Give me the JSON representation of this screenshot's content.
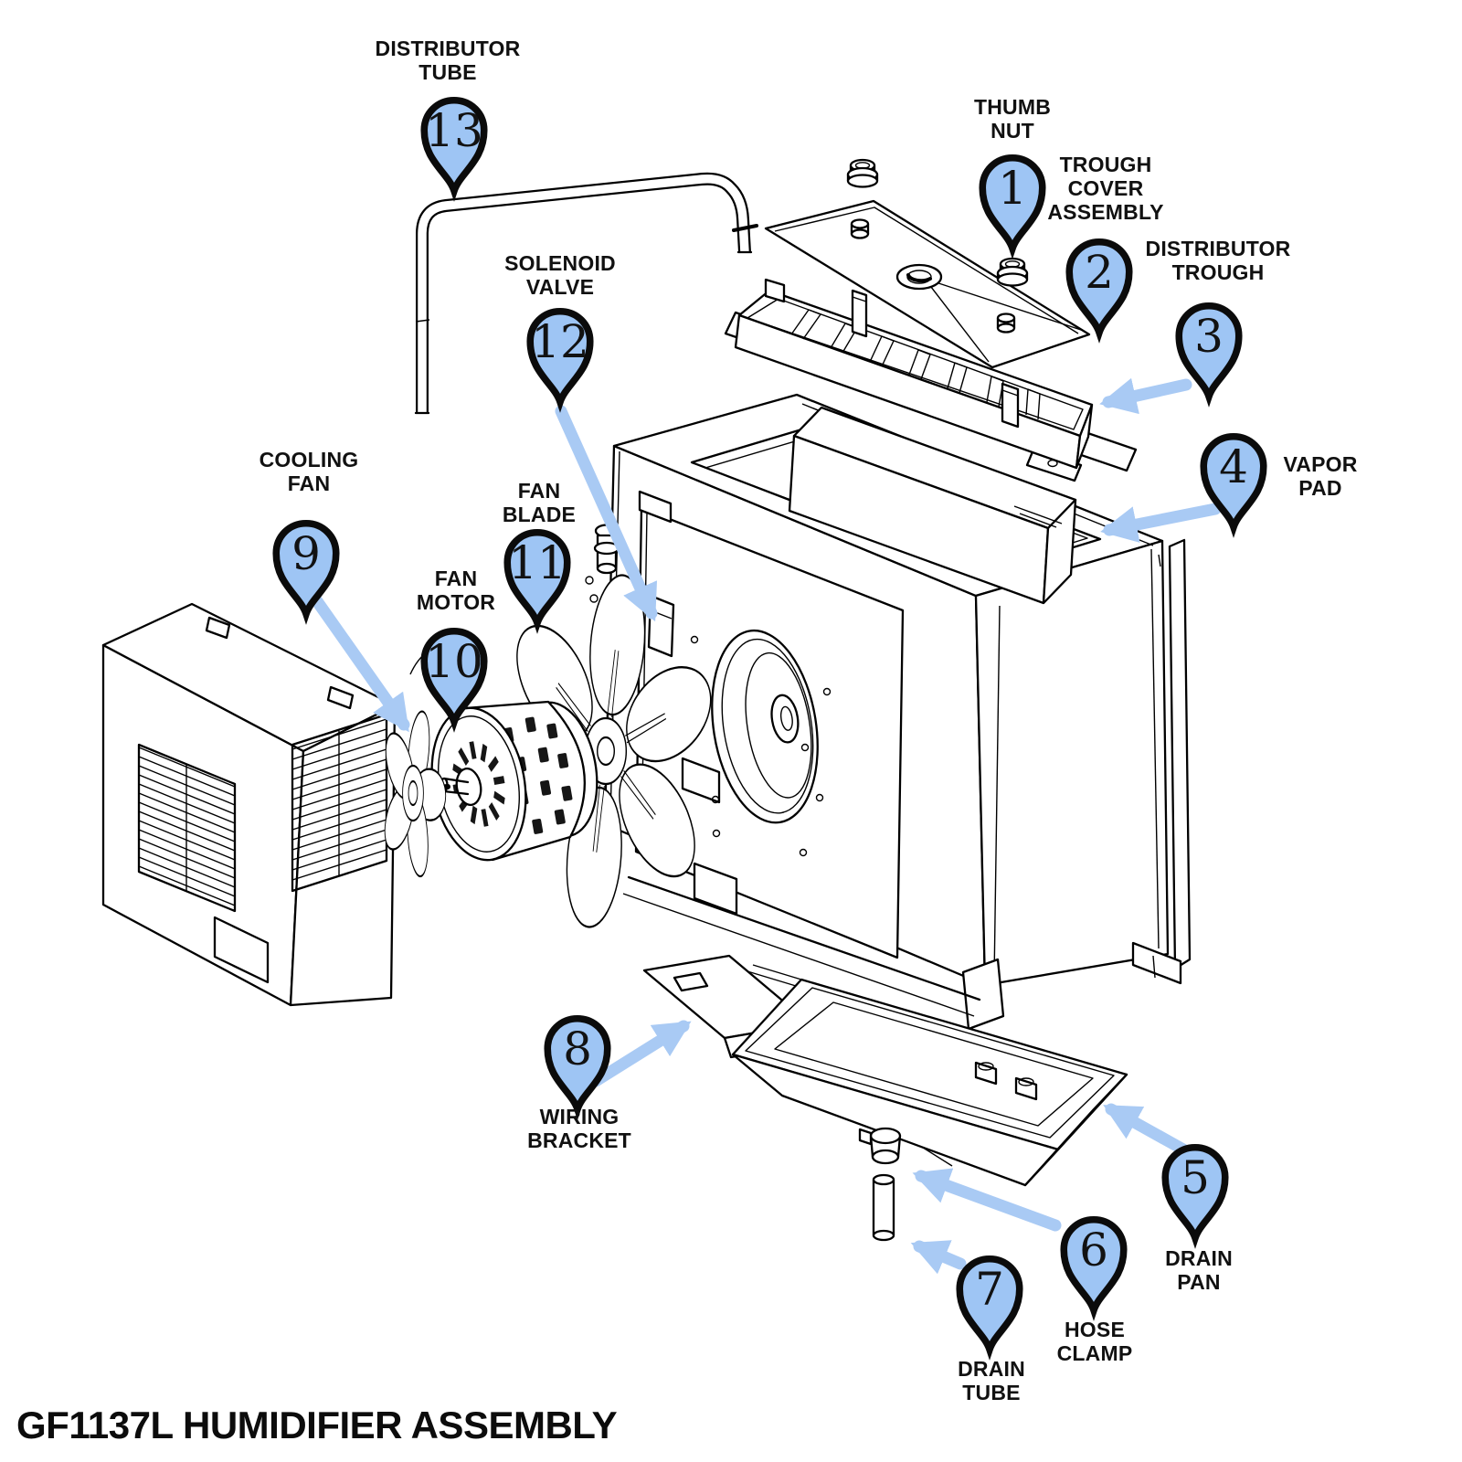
{
  "title": "GF1137L HUMIDIFIER ASSEMBLY",
  "colors": {
    "pin_fill": "#9ec5f4",
    "pin_stroke": "#0b0b0b",
    "arrow": "#a9caf4",
    "line": "#000000",
    "label_text": "#111111",
    "bg": "#ffffff"
  },
  "callouts": [
    {
      "number": "1",
      "label": "THUMB\nNUT",
      "part": "thumb-nut"
    },
    {
      "number": "2",
      "label": "TROUGH\nCOVER\nASSEMBLY",
      "part": "trough-cover-assembly"
    },
    {
      "number": "3",
      "label": "DISTRIBUTOR\nTROUGH",
      "part": "distributor-trough"
    },
    {
      "number": "4",
      "label": "VAPOR\nPAD",
      "part": "vapor-pad"
    },
    {
      "number": "5",
      "label": "DRAIN\nPAN",
      "part": "drain-pan"
    },
    {
      "number": "6",
      "label": "HOSE\nCLAMP",
      "part": "hose-clamp"
    },
    {
      "number": "7",
      "label": "DRAIN\nTUBE",
      "part": "drain-tube"
    },
    {
      "number": "8",
      "label": "WIRING\nBRACKET",
      "part": "wiring-bracket"
    },
    {
      "number": "9",
      "label": "COOLING\nFAN",
      "part": "cooling-fan"
    },
    {
      "number": "10",
      "label": "FAN\nMOTOR",
      "part": "fan-motor"
    },
    {
      "number": "11",
      "label": "FAN\nBLADE",
      "part": "fan-blade"
    },
    {
      "number": "12",
      "label": "SOLENOID\nVALVE",
      "part": "solenoid-valve"
    },
    {
      "number": "13",
      "label": "DISTRIBUTOR\nTUBE",
      "part": "distributor-tube"
    }
  ]
}
